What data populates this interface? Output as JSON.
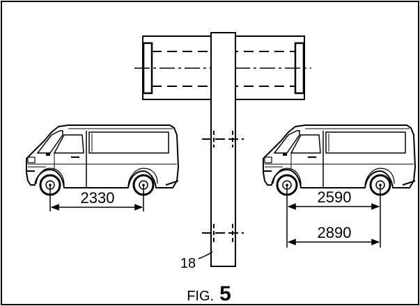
{
  "figure": {
    "label_prefix": "FIG.",
    "number": "5"
  },
  "dimensions": {
    "left_van_wheelbase": "2330",
    "right_van_wheelbase_short": "2590",
    "right_van_wheelbase_long": "2890"
  },
  "callouts": {
    "lift_item": "18"
  },
  "colors": {
    "ink": "#000000",
    "paper": "#ffffff"
  }
}
